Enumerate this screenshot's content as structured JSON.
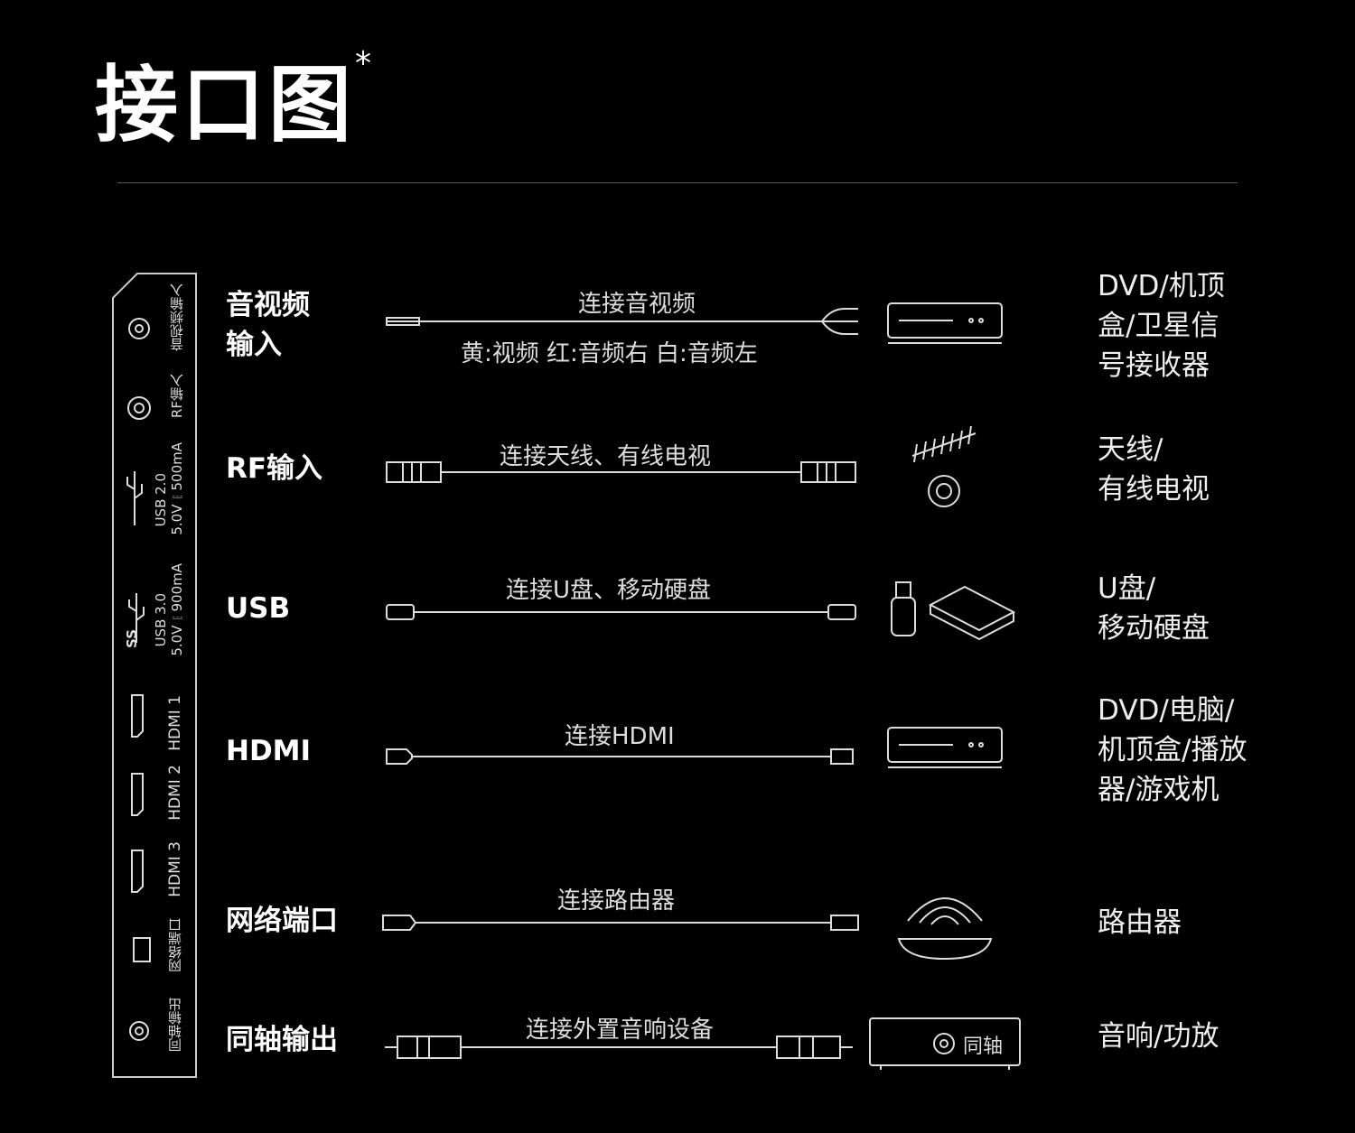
{
  "title": "接口图",
  "title_mark": "*",
  "panel": {
    "av": "音视频输入",
    "rf": "RF输入",
    "usb2_a": "USB 2.0",
    "usb2_b": "5.0V⎓500mA",
    "usb3_a": "USB 3.0",
    "usb3_b": "5.0V⎓900mA",
    "ss": "SS",
    "hdmi1": "HDMI 1",
    "hdmi2": "HDMI 2",
    "hdmi3": "HDMI 3",
    "lan": "网络端口",
    "coax": "同轴输出"
  },
  "rows": [
    {
      "port": "音视频\n输入",
      "cable": "连接音视频",
      "note": "黄:视频  红:音频右  白:音频左",
      "device": "DVD/机顶\n盒/卫星信\n号接收器"
    },
    {
      "port": "RF输入",
      "cable": "连接天线、有线电视",
      "device": "天线/\n有线电视"
    },
    {
      "port": "USB",
      "cable": "连接U盘、移动硬盘",
      "device": "U盘/\n移动硬盘"
    },
    {
      "port": "HDMI",
      "cable": "连接HDMI",
      "device": "DVD/电脑/\n机顶盒/播放\n器/游戏机"
    },
    {
      "port": "网络端口",
      "cable": "连接路由器",
      "device": "路由器"
    },
    {
      "port": "同轴输出",
      "cable": "连接外置音响设备",
      "device": "音响/功放",
      "device_badge": "同轴"
    }
  ]
}
